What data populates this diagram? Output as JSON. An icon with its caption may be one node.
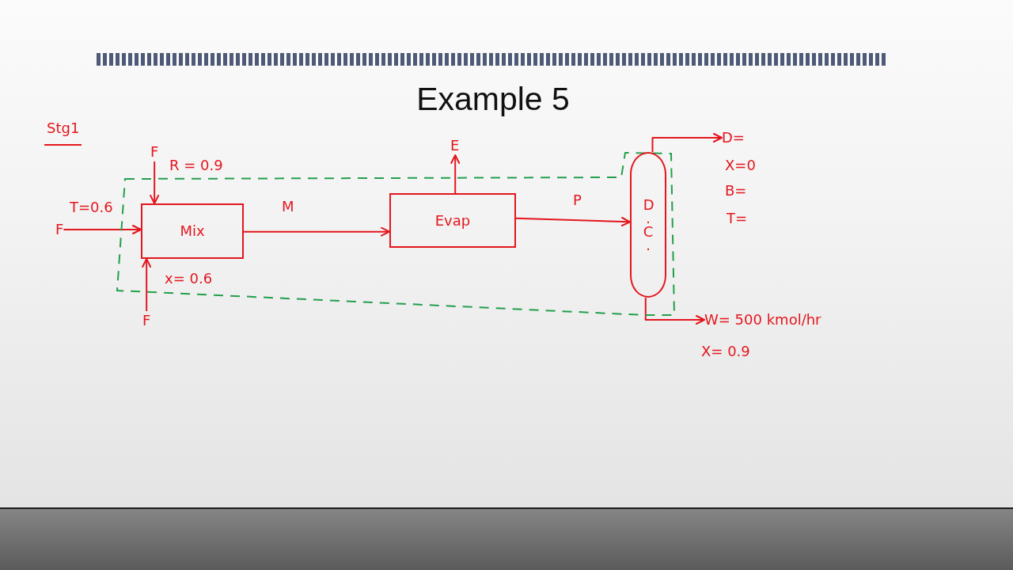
{
  "diagram": {
    "title": "Example 5",
    "nodes": [
      {
        "text": [],
        "shape": "box"
      },
      {
        "text": [
          "F"
        ]
      },
      {
        "text": [
          "F"
        ]
      },
      {
        "text": [
          "Mix"
        ],
        "in": 0
      },
      {
        "text": [
          "F"
        ]
      },
      {
        "text": [
          "Evap"
        ],
        "in": 0
      },
      {
        "text": [
          "E"
        ]
      },
      {
        "text": [
          "D.C."
        ],
        "in": 0
      },
      {
        "text": [
          "D="
        ]
      },
      {
        "text": [
          "W= 500 kmol/hr"
        ]
      }
    ],
    "edges": [
      {
        "from": 1,
        "to": 3,
        "arrow": "to"
      },
      {
        "from": 2,
        "to": 3,
        "arrow": "to"
      },
      {
        "from": 4,
        "to": 3,
        "arrow": "to"
      },
      {
        "from": 3,
        "to": 5,
        "arrow": "to",
        "label": "M"
      },
      {
        "from": 5,
        "to": 6,
        "arrow": "to"
      },
      {
        "from": 5,
        "to": 7,
        "arrow": "to",
        "label": "P"
      },
      {
        "from": 7,
        "to": 8,
        "arrow": "to"
      },
      {
        "from": 7,
        "to": 9,
        "arrow": "to"
      }
    ],
    "labels": [
      "Stg1",
      "R = 0.9",
      "T=0.6",
      "x= 0.6",
      "X=0",
      "B=",
      "T=",
      "X= 0.9"
    ]
  }
}
